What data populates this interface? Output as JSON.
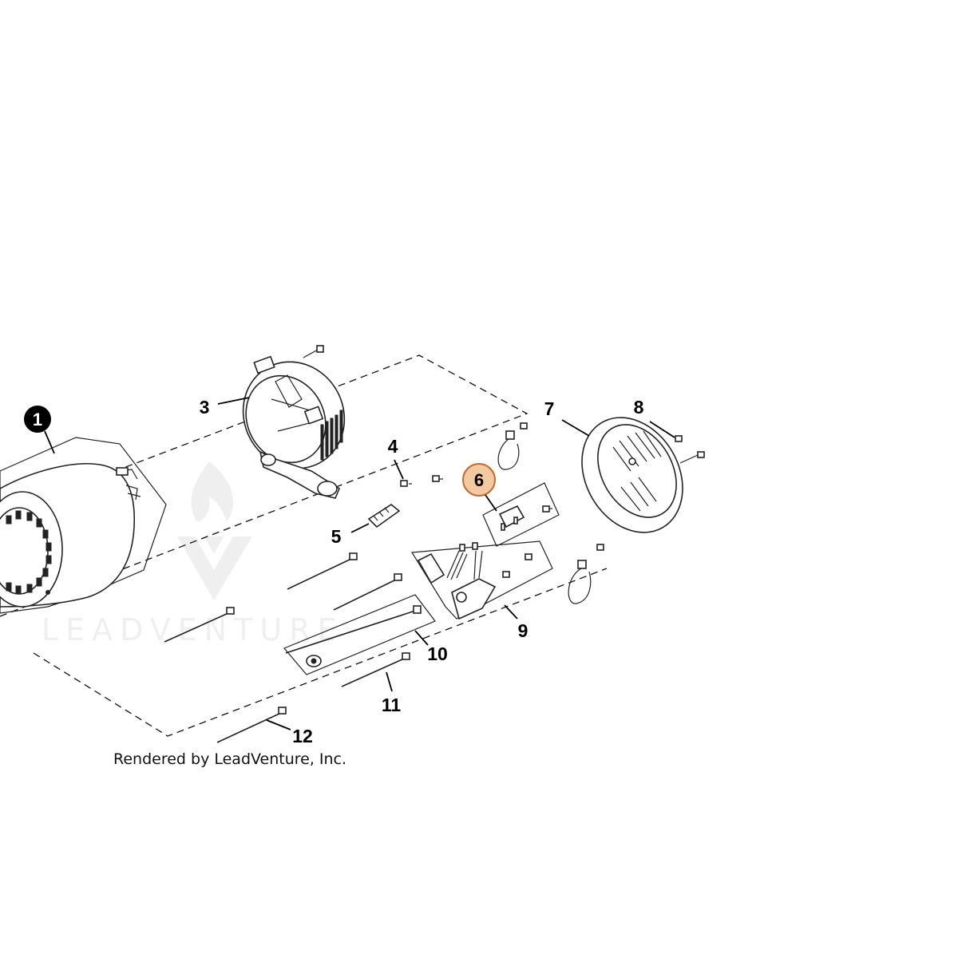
{
  "diagram": {
    "highlight_color": "#f3c9a1",
    "highlight_stroke": "#c0692a",
    "callouts": [
      {
        "label": "1",
        "style": "filled"
      },
      {
        "label": "3",
        "style": "plain"
      },
      {
        "label": "4",
        "style": "plain"
      },
      {
        "label": "5",
        "style": "plain"
      },
      {
        "label": "6",
        "style": "highlighted"
      },
      {
        "label": "7",
        "style": "plain"
      },
      {
        "label": "8",
        "style": "plain"
      },
      {
        "label": "9",
        "style": "plain"
      },
      {
        "label": "10",
        "style": "plain"
      },
      {
        "label": "11",
        "style": "plain"
      },
      {
        "label": "12",
        "style": "plain"
      }
    ],
    "footer": "Rendered by LeadVenture, Inc.",
    "watermark": {
      "text": "LEADVENTURE",
      "logo_icon": "flame-chevron-logo-icon"
    }
  }
}
